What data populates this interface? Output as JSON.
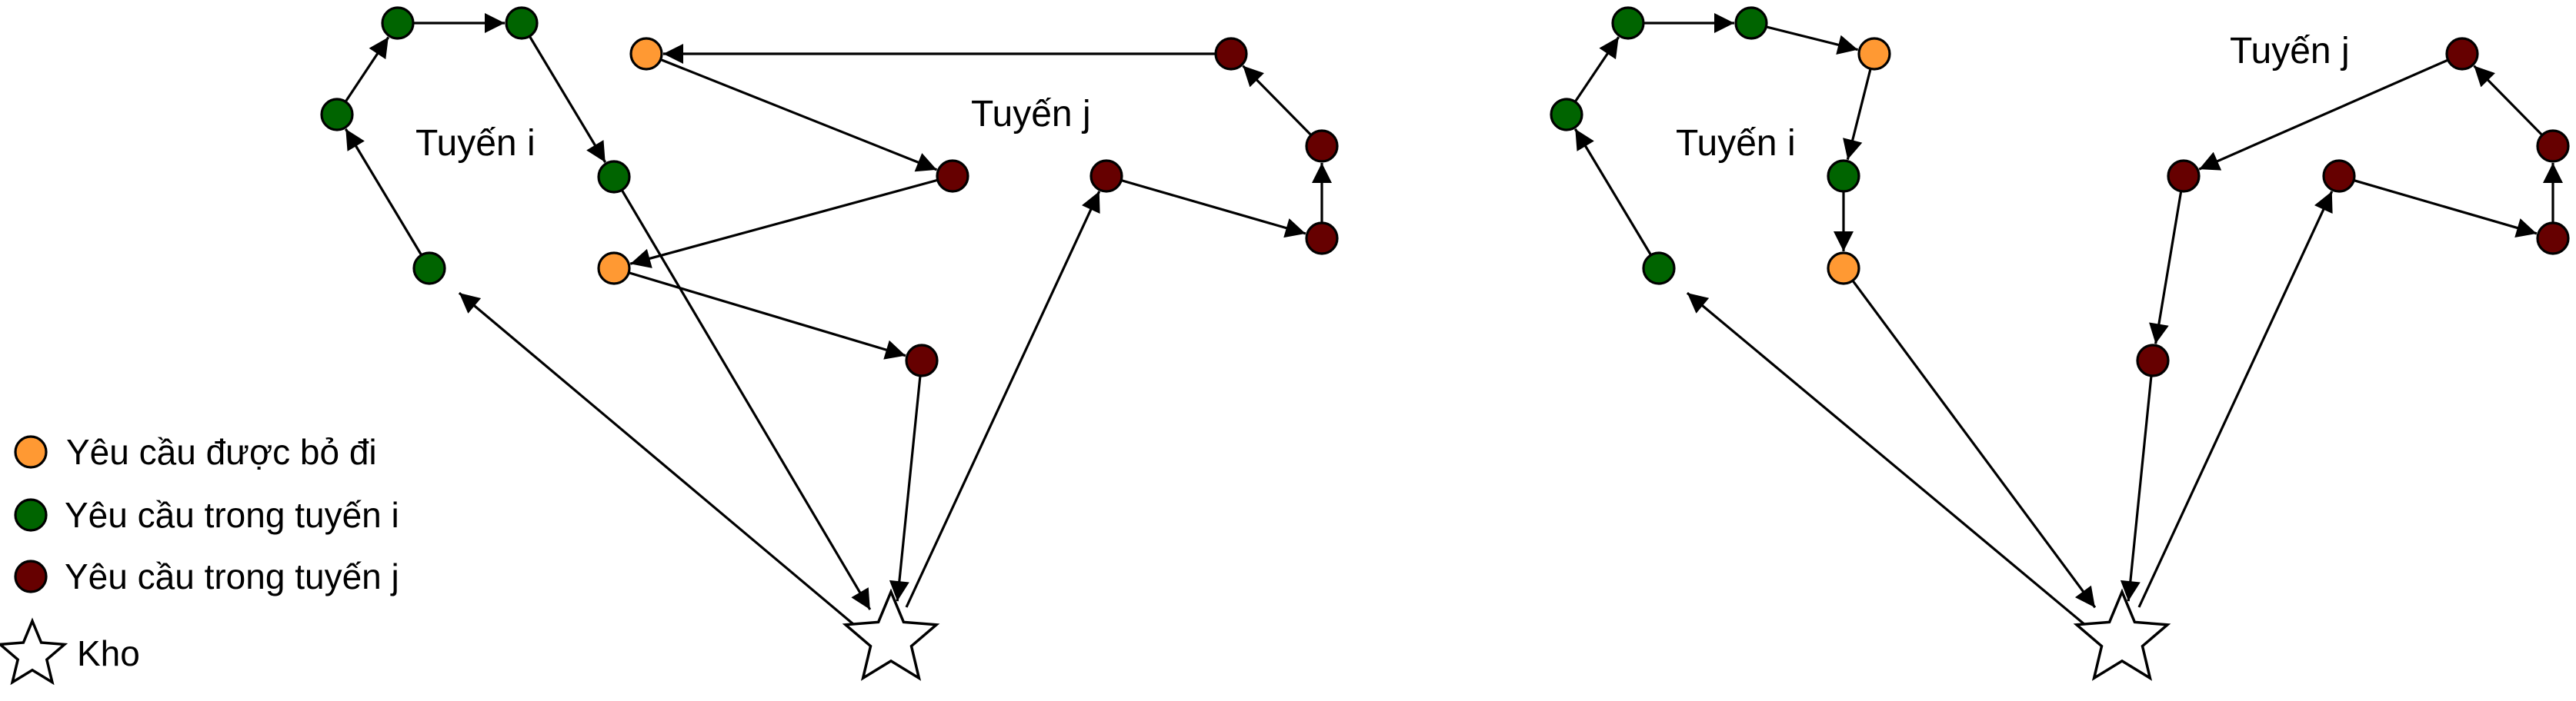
{
  "colors": {
    "removed": "#ff9933",
    "route_i": "#006400",
    "route_j": "#660000"
  },
  "legend": {
    "removed": "Yêu cầu được bỏ đi",
    "route_i": "Yêu cầu trong tuyến i",
    "route_j": "Yêu cầu trong tuyến j",
    "depot": "Kho"
  },
  "panels": [
    {
      "label_i": "Tuyến i",
      "label_j": "Tuyến j"
    },
    {
      "label_i": "Tuyến i",
      "label_j": "Tuyến j"
    }
  ]
}
